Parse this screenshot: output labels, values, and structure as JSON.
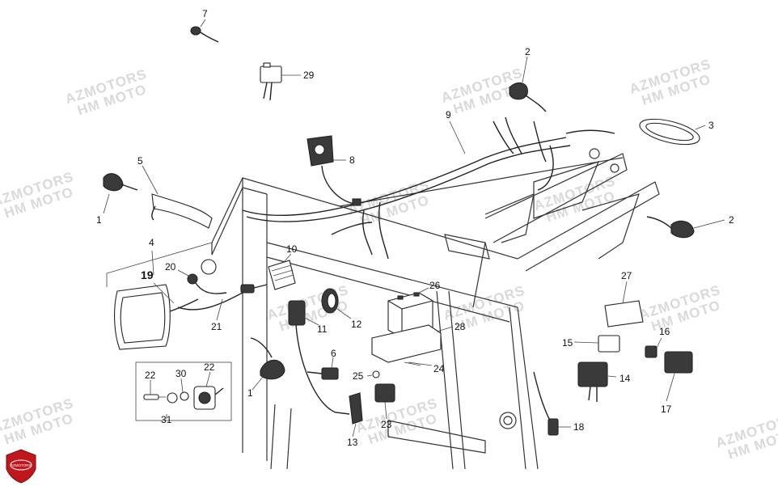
{
  "watermark": {
    "line1": "AZMOTORS",
    "line2": "HM MOTO",
    "color": "#d9d9d9"
  },
  "logo": {
    "text": "AZMOTORS",
    "color": "#c0171f"
  },
  "callouts": [
    {
      "id": "c7",
      "label": "7"
    },
    {
      "id": "c29",
      "label": "29"
    },
    {
      "id": "c2a",
      "label": "2"
    },
    {
      "id": "c9",
      "label": "9"
    },
    {
      "id": "c3",
      "label": "3"
    },
    {
      "id": "c8",
      "label": "8"
    },
    {
      "id": "c5",
      "label": "5"
    },
    {
      "id": "c1a",
      "label": "1"
    },
    {
      "id": "c2b",
      "label": "2"
    },
    {
      "id": "c4",
      "label": "4"
    },
    {
      "id": "c10",
      "label": "10"
    },
    {
      "id": "c19",
      "label": "19"
    },
    {
      "id": "c20",
      "label": "20"
    },
    {
      "id": "c21",
      "label": "21"
    },
    {
      "id": "c11",
      "label": "11"
    },
    {
      "id": "c12",
      "label": "12"
    },
    {
      "id": "c26",
      "label": "26"
    },
    {
      "id": "c27",
      "label": "27"
    },
    {
      "id": "c28",
      "label": "28"
    },
    {
      "id": "c6",
      "label": "6"
    },
    {
      "id": "c24",
      "label": "24"
    },
    {
      "id": "c25",
      "label": "25"
    },
    {
      "id": "c15",
      "label": "15"
    },
    {
      "id": "c16",
      "label": "16"
    },
    {
      "id": "c14",
      "label": "14"
    },
    {
      "id": "c17",
      "label": "17"
    },
    {
      "id": "c22a",
      "label": "22"
    },
    {
      "id": "c30",
      "label": "30"
    },
    {
      "id": "c22b",
      "label": "22"
    },
    {
      "id": "c1b",
      "label": "1"
    },
    {
      "id": "c31",
      "label": "31"
    },
    {
      "id": "c13",
      "label": "13"
    },
    {
      "id": "c23",
      "label": "23"
    },
    {
      "id": "c18",
      "label": "18"
    }
  ]
}
